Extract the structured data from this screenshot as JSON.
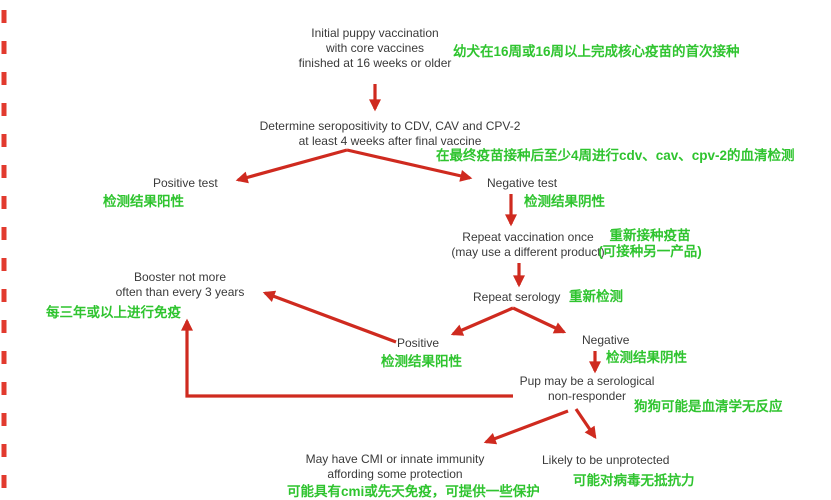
{
  "colors": {
    "background": "#ffffff",
    "arrow_red": "#cf2a1f",
    "translation_green": "#2fc42f",
    "text_dark": "#3a3a3a",
    "edge_dash_red": "#e23a2e"
  },
  "nodes": {
    "initial": {
      "lines": [
        "Initial puppy vaccination",
        "with core vaccines",
        "finished at 16 weeks or older"
      ],
      "zh": "幼犬在16周或16周以上完成核心疫苗的首次接种"
    },
    "determine": {
      "lines": [
        "Determine seropositivity to CDV, CAV and CPV-2",
        "at least 4 weeks after final vaccine"
      ],
      "zh": "在最终疫苗接种后至少4周进行cdv、cav、cpv-2的血清检测"
    },
    "positive_test": {
      "label": "Positive test",
      "zh": "检测结果阳性"
    },
    "negative_test": {
      "label": "Negative test",
      "zh": "检测结果阴性"
    },
    "repeat_vaccination": {
      "lines": [
        "Repeat vaccination once",
        "(may use a different product)"
      ],
      "zh_lines": [
        "重新接种疫苗",
        "(可接种另一产品)"
      ]
    },
    "repeat_serology": {
      "label": "Repeat serology",
      "zh": "重新检测"
    },
    "positive_result": {
      "label": "Positive",
      "zh": "检测结果阳性"
    },
    "negative_result": {
      "label": "Negative",
      "zh": "检测结果阴性"
    },
    "booster": {
      "lines": [
        "Booster not more",
        "often than every 3 years"
      ],
      "zh": "每三年或以上进行免疫"
    },
    "non_responder": {
      "lines": [
        "Pup may be a serological",
        "non-responder"
      ],
      "zh": "狗狗可能是血清学无反应"
    },
    "cmi_immunity": {
      "lines": [
        "May have CMI or innate immunity",
        "affording some protection"
      ],
      "zh": "可能具有cmi或先天免疫，可提供一些保护"
    },
    "unprotected": {
      "label": "Likely to be unprotected",
      "zh": "可能对病毒无抵抗力"
    }
  }
}
